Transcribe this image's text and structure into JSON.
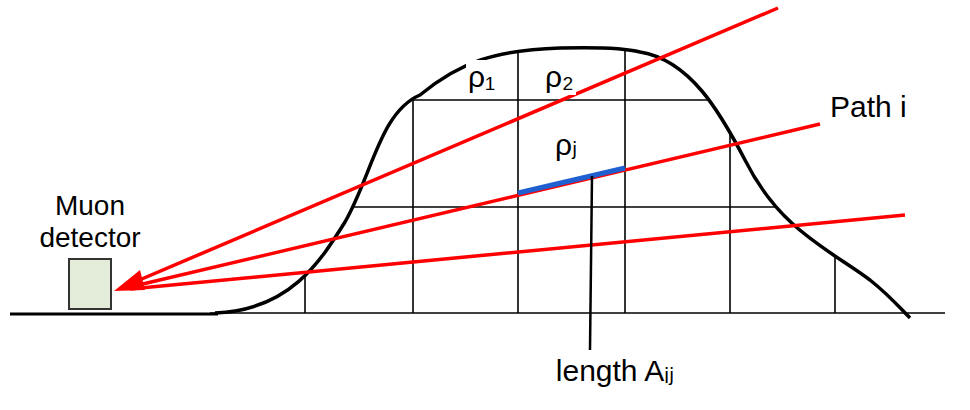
{
  "diagram": {
    "nodes": [
      {
        "text": [
          "Muon detector"
        ]
      }
    ],
    "labels": [
      "ρ₁",
      "ρ₂",
      "ρⱼ",
      "Path i",
      "length Aᵢⱼ"
    ]
  }
}
